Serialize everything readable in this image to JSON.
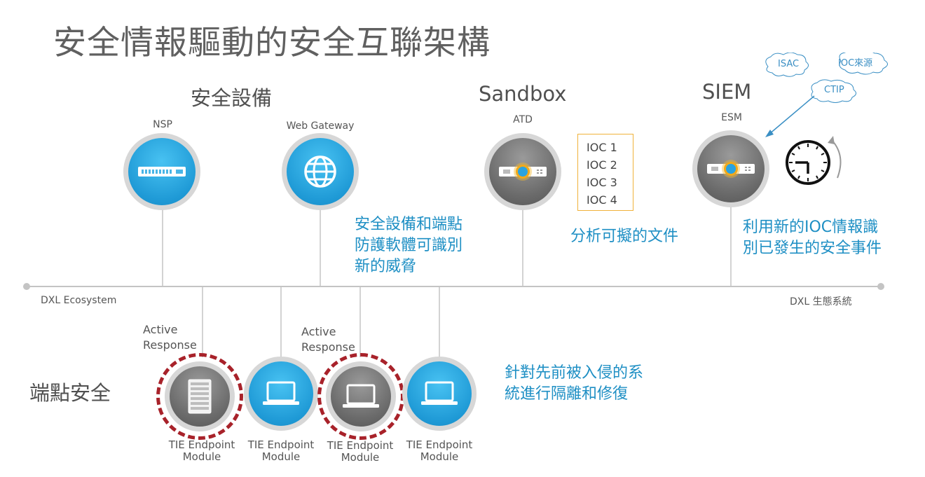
{
  "title": "安全情報驅動的安全互聯架構",
  "groups": {
    "security_devices": "安全設備",
    "sandbox": "Sandbox",
    "siem": "SIEM",
    "endpoint": "端點安全"
  },
  "devices": {
    "nsp": "NSP",
    "web_gateway": "Web Gateway",
    "atd": "ATD",
    "esm": "ESM"
  },
  "ioc_list": [
    "IOC 1",
    "IOC 2",
    "IOC 3",
    "IOC 4"
  ],
  "clouds": {
    "isac": "ISAC",
    "ioc_source": "IOC來源",
    "ctip": "CTIP"
  },
  "annotations": {
    "identify_threats": [
      "安全設備和端點",
      "防護軟體可識別",
      "新的威脅"
    ],
    "analyze_files": "分析可擬的文件",
    "identify_events": [
      "利用新的IOC情報識",
      "別已發生的安全事件"
    ],
    "isolate_repair": [
      "針對先前被入侵的系",
      "統進行隔離和修復"
    ]
  },
  "bus": {
    "left_label": "DXL Ecosystem",
    "right_label": "DXL 生態系統"
  },
  "active_response": [
    "Active",
    "Response"
  ],
  "endpoints": [
    {
      "line1": "TIE Endpoint",
      "line2": "Module"
    },
    {
      "line1": "TIE Endpoint",
      "line2": "Module"
    },
    {
      "line1": "TIE Endpoint",
      "line2": "Module"
    },
    {
      "line1": "TIE Endpoint",
      "line2": "Module"
    }
  ],
  "colors": {
    "accent_blue": "#1e8fc4",
    "compromised_red": "#a8222a",
    "ioc_border": "#f0b23a"
  }
}
